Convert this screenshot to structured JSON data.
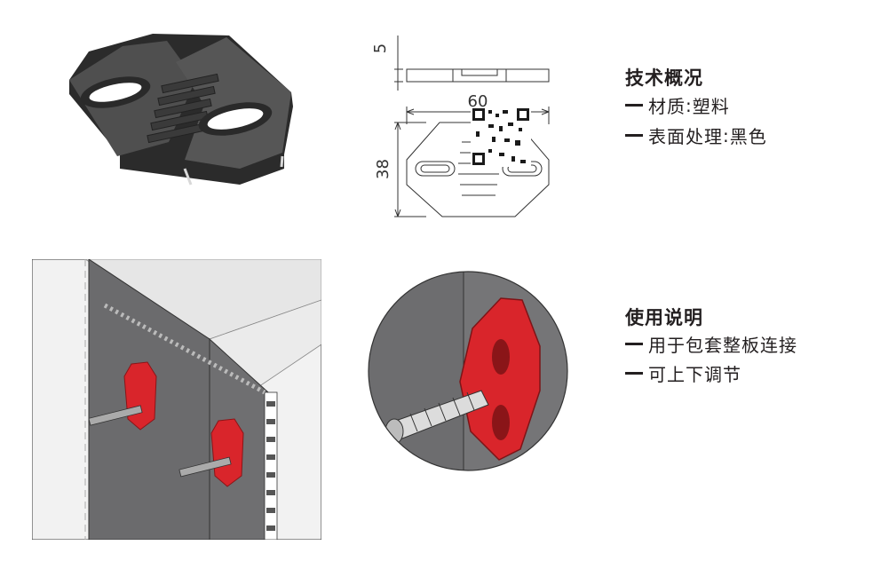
{
  "spec": {
    "heading": "技术概况",
    "items": [
      {
        "label": "材质",
        "value": "塑料"
      },
      {
        "label": "表面处理",
        "value": "黑色"
      }
    ]
  },
  "usage": {
    "heading": "使用说明",
    "items": [
      "用于包套整板连接",
      "可上下调节"
    ]
  },
  "drawing": {
    "thickness": "5",
    "width": "60",
    "height": "38"
  },
  "colors": {
    "part_dark": "#4a4a4a",
    "accent_red": "#d9252b",
    "wall_gray": "#6b6b6d"
  }
}
